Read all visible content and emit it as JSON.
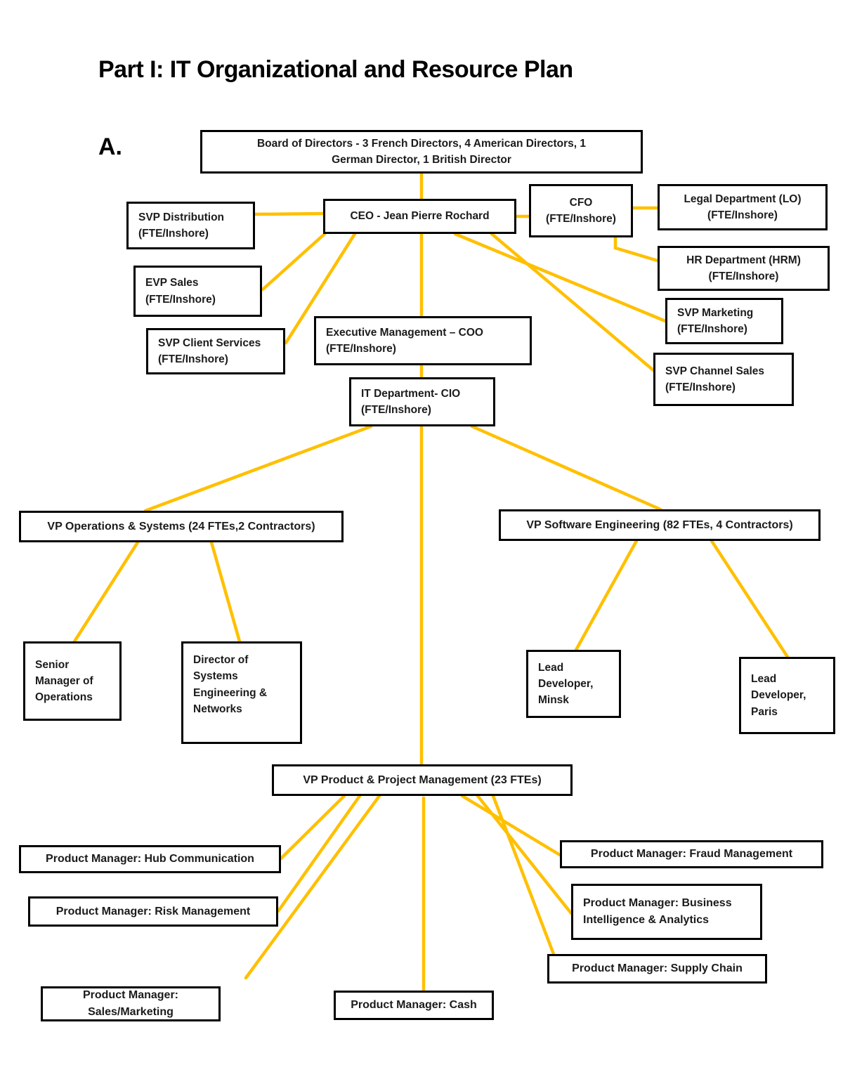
{
  "title": "Part I: IT Organizational and Resource Plan",
  "section_label": "A.",
  "colors": {
    "connector": "#FFC000",
    "box_border": "#000000",
    "text": "#1b1b1b"
  },
  "org": {
    "board": "Board of Directors - 3 French Directors, 4 American Directors, 1\nGerman Director, 1 British Director",
    "ceo": "CEO - Jean Pierre Rochard",
    "cfo": "CFO\n(FTE/Inshore)",
    "legal": "Legal Department (LO)\n(FTE/Inshore)",
    "svp_distribution": "SVP Distribution\n(FTE/Inshore)",
    "hr": "HR Department (HRM)\n(FTE/Inshore)",
    "evp_sales": "EVP Sales\n(FTE/Inshore)",
    "svp_marketing": "SVP Marketing\n(FTE/Inshore)",
    "svp_client_services": "SVP Client Services\n(FTE/Inshore)",
    "coo": "Executive Management – COO\n(FTE/Inshore)",
    "svp_channel_sales": "SVP Channel Sales\n(FTE/Inshore)",
    "cio": "IT Department- CIO\n(FTE/Inshore)",
    "vp_ops": "VP Operations & Systems (24 FTEs,2 Contractors)",
    "vp_sweng": "VP Software Engineering (82 FTEs, 4 Contractors)",
    "sr_mgr_ops": "Senior\nManager of\nOperations",
    "dir_sys": "Director of\nSystems\nEngineering &\nNetworks",
    "lead_minsk": "Lead\nDeveloper,\nMinsk",
    "lead_paris": "Lead\nDeveloper,\nParis",
    "vp_ppm": "VP Product & Project Management (23 FTEs)",
    "pm_hub": "Product Manager: Hub Communication",
    "pm_risk": "Product Manager: Risk Management",
    "pm_sales": "Product Manager: Sales/Marketing",
    "pm_cash": "Product Manager: Cash",
    "pm_fraud": "Product Manager: Fraud Management",
    "pm_bi": "Product Manager: Business\nIntelligence & Analytics",
    "pm_supply": "Product Manager: Supply Chain"
  }
}
